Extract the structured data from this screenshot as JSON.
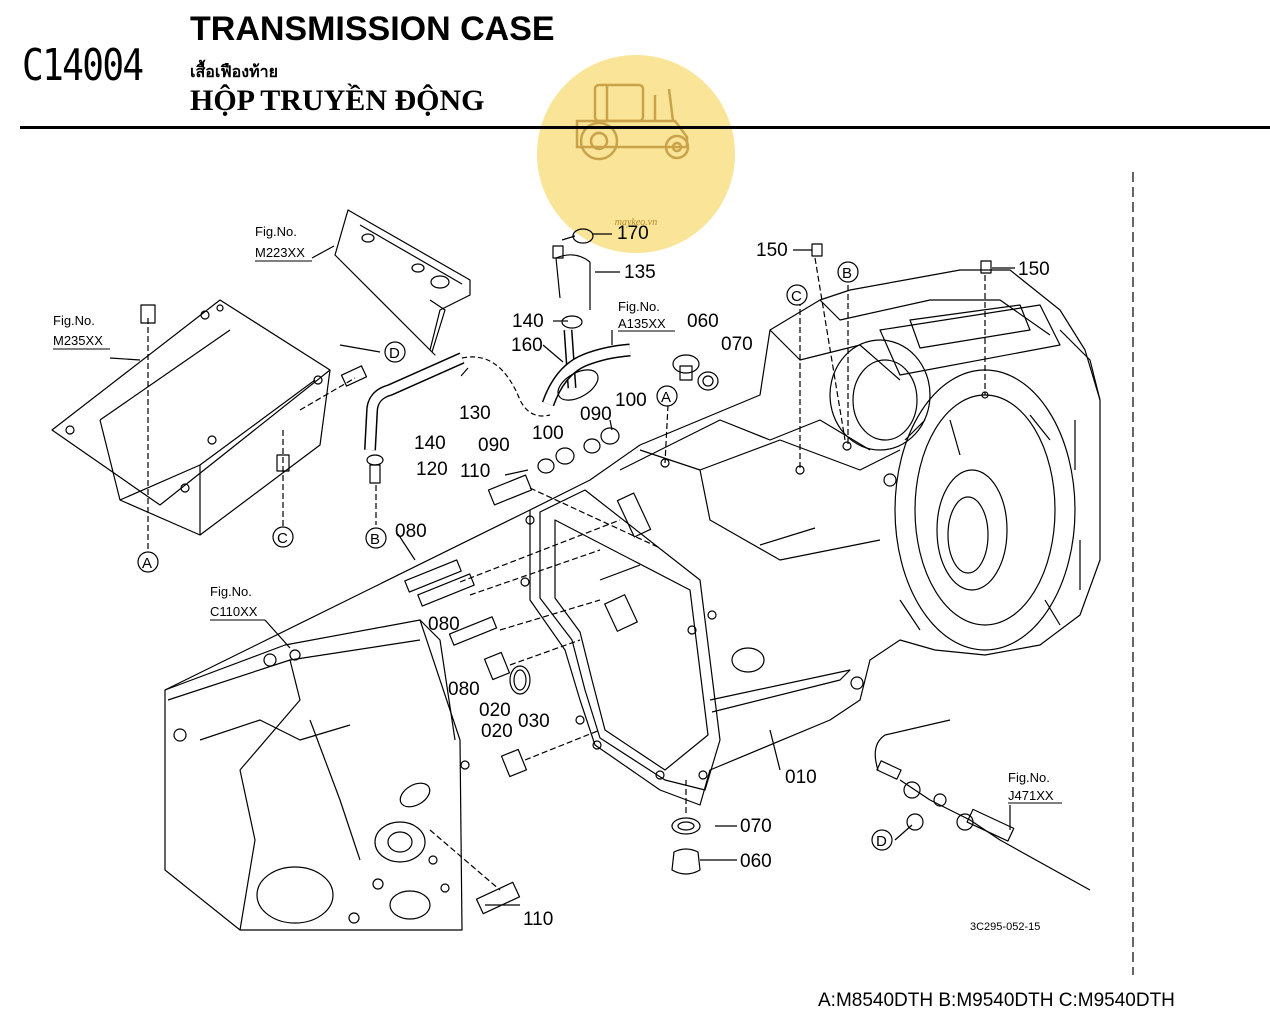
{
  "header": {
    "code": "C14004",
    "title_en": "TRANSMISSION CASE",
    "title_th": "เสื้อเฟืองท้าย",
    "title_vi": "HỘP TRUYỀN ĐỘNG"
  },
  "watermark": {
    "text": "maykeo.vn",
    "color": "#f7dd7a"
  },
  "figure_refs": {
    "m223": {
      "prefix": "Fig.No.",
      "code": "M223XX"
    },
    "m235": {
      "prefix": "Fig.No.",
      "code": "M235XX"
    },
    "a135": {
      "prefix": "Fig.No.",
      "code": "A135XX"
    },
    "c110": {
      "prefix": "Fig.No.",
      "code": "C110XX"
    },
    "j471": {
      "prefix": "Fig.No.",
      "code": "J471XX"
    }
  },
  "parts": {
    "p170": "170",
    "p135": "135",
    "p140a": "140",
    "p160": "160",
    "p130": "130",
    "p060a": "060",
    "p070a": "070",
    "p100a": "100",
    "p090a": "090",
    "p100b": "100",
    "p090b": "090",
    "p140b": "140",
    "p120": "120",
    "p110a": "110",
    "p150a": "150",
    "p150b": "150",
    "p080a": "080",
    "p080b": "080",
    "p080c": "080",
    "p020a": "020",
    "p030": "030",
    "p020b": "020",
    "p010": "010",
    "p070b": "070",
    "p060b": "060",
    "p110b": "110"
  },
  "markers": {
    "a1": "A",
    "a2": "A",
    "b1": "B",
    "b2": "B",
    "c1": "C",
    "c2": "C",
    "d1": "D",
    "d2": "D"
  },
  "drawing_code": "3C295-052-15",
  "legend": "A:M8540DTH B:M9540DTH C:M9540DTH"
}
